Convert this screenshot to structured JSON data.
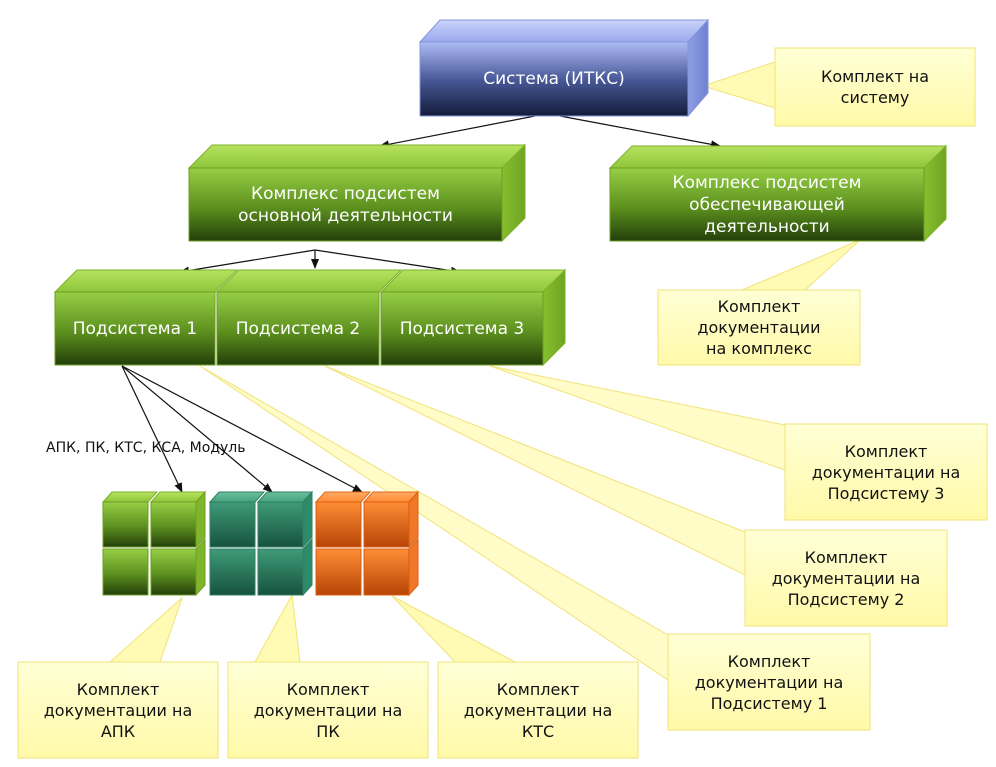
{
  "colors": {
    "system_top": "#a9b7f2",
    "system_bottom": "#141e3c",
    "green_top": "#8cc63f",
    "green_bottom": "#2c4c0c",
    "teal_top": "#3c9a78",
    "teal_bottom": "#1a5a44",
    "orange_top": "#ff8a34",
    "orange_bottom": "#c24a08",
    "callout_fill": "#fffcc0",
    "callout_edge": "#f2e878",
    "arrow": "#111111"
  },
  "system": {
    "label": "Система (ИТКС)"
  },
  "complexes": [
    {
      "label": "Комплекс подсистем\nосновной деятельности"
    },
    {
      "label": "Комплекс подсистем\nобеспечивающей\nдеятельности"
    }
  ],
  "subsystems": [
    {
      "label": "Подсистема 1"
    },
    {
      "label": "Подсистема 2"
    },
    {
      "label": "Подсистема 3"
    }
  ],
  "edge_label": "АПК, ПК, КТС, КСА, Модуль",
  "component_groups": [
    "green",
    "teal",
    "orange"
  ],
  "callouts": {
    "system": "Комплект на\nсистему",
    "complex": "Комплект\nдокументации\nна комплекс",
    "sub3": "Комплект\nдокументации на\nПодсистему 3",
    "sub2": "Комплект\nдокументации на\nПодсистему 2",
    "sub1": "Комплект\nдокументации на\nПодсистему 1",
    "apk": "Комплект\nдокументации на\nАПК",
    "pk": "Комплект\nдокументации на\nПК",
    "kts": "Комплект\nдокументации на\nКТС"
  }
}
